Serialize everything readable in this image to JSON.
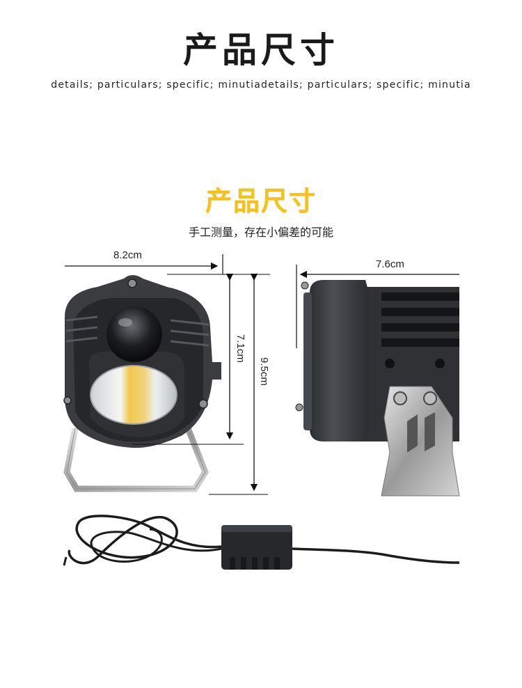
{
  "header": {
    "title": "产品尺寸",
    "subtitle": "details; particulars; specific; minutiadetails; particulars; specific; minutia"
  },
  "section": {
    "title": "产品尺寸",
    "note": "手工测量，存在小偏差的可能"
  },
  "dimensions": {
    "width_front": "8.2cm",
    "height_lamp": "7.1cm",
    "height_total": "9.5cm",
    "depth_side": "7.6cm"
  },
  "colors": {
    "title_accent": "#f5c21b",
    "housing": "#3a3c40",
    "lens_warm": "#f2c94c"
  },
  "icons": [
    "front-lamp-illustration",
    "side-lamp-illustration",
    "control-box-illustration"
  ]
}
